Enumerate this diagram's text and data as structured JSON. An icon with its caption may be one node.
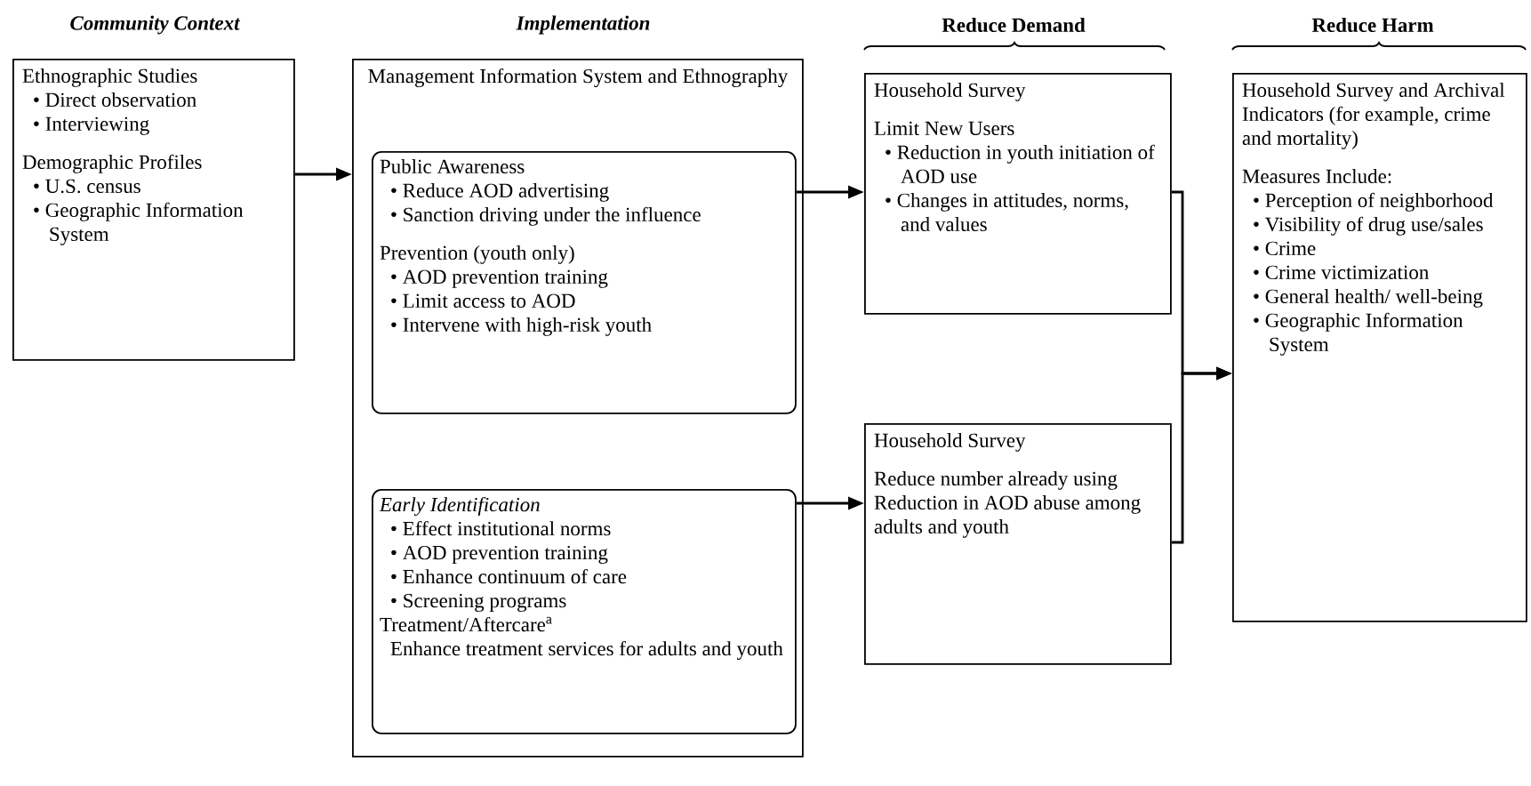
{
  "diagram": {
    "nodes": [
      {
        "text": [
          "Ethnographic Studies",
          "• Direct observation",
          "• Interviewing",
          "Demographic Profiles",
          "• U.S. census",
          "• Geographic Information System"
        ]
      },
      {
        "text": [
          "Management Information System and Ethnography"
        ]
      },
      {
        "text": [
          "Public Awareness",
          "• Reduce AOD advertising",
          "• Sanction driving under the influence",
          "Prevention (youth only)",
          "• AOD prevention training",
          "• Limit access to AOD",
          "• Intervene with high-risk youth"
        ],
        "in": 1
      },
      {
        "text": [
          "Early Identification",
          "• Effect institutional norms",
          "• AOD prevention training",
          "• Enhance continuum of care",
          "• Screening programs",
          "Treatment/Aftercare$^{a}$",
          "Enhance treatment services for adults and youth"
        ],
        "in": 1
      },
      {
        "text": [
          "Household Survey",
          "Limit New Users",
          "• Reduction in youth initiation of AOD use",
          "• Changes in attitudes, norms, and values"
        ]
      },
      {
        "text": [
          "Household Survey",
          "Reduce number already using",
          "Reduction in AOD abuse among adults and youth"
        ]
      },
      {
        "text": [
          "Household Survey and Archival Indicators (for example, crime and mortality)",
          "Measures Include:",
          "• Perception of neighborhood",
          "• Visibility of drug use/sales",
          "• Crime",
          "• Crime victimization",
          "• General health/ well-being",
          "• Geographic Information System"
        ]
      }
    ],
    "edges": [
      {
        "from": 0,
        "to": 1,
        "arrow": "to"
      },
      {
        "from": 2,
        "to": 4,
        "arrow": "to"
      },
      {
        "from": 3,
        "to": 5,
        "arrow": "to"
      },
      {
        "from": 4,
        "to": 6,
        "arrow": "to"
      },
      {
        "from": 5,
        "to": 6,
        "arrow": "to"
      }
    ],
    "labels": [
      "Community Context",
      "Implementation",
      "Reduce Demand",
      "Reduce Harm"
    ]
  }
}
